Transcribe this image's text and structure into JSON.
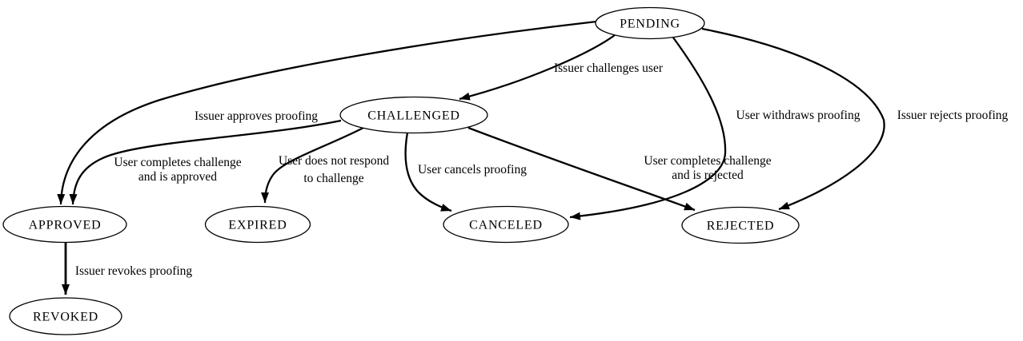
{
  "diagram": {
    "type": "state-machine",
    "background_color": "#ffffff",
    "line_color": "#000000",
    "text_color": "#000000",
    "nodes": [
      {
        "id": "pending",
        "label": "PENDING"
      },
      {
        "id": "challenged",
        "label": "CHALLENGED"
      },
      {
        "id": "approved",
        "label": "APPROVED"
      },
      {
        "id": "expired",
        "label": "EXPIRED"
      },
      {
        "id": "canceled",
        "label": "CANCELED"
      },
      {
        "id": "rejected",
        "label": "REJECTED"
      },
      {
        "id": "revoked",
        "label": "REVOKED"
      }
    ],
    "edges": [
      {
        "from": "PENDING",
        "to": "CHALLENGED",
        "label": "Issuer challenges user",
        "lines": [
          "Issuer challenges user"
        ]
      },
      {
        "from": "PENDING",
        "to": "APPROVED",
        "label": "Issuer approves proofing",
        "lines": [
          "Issuer approves proofing"
        ]
      },
      {
        "from": "PENDING",
        "to": "CANCELED",
        "label": "User withdraws proofing",
        "lines": [
          "User withdraws proofing"
        ]
      },
      {
        "from": "PENDING",
        "to": "REJECTED",
        "label": "Issuer rejects proofing",
        "lines": [
          "Issuer rejects proofing"
        ]
      },
      {
        "from": "CHALLENGED",
        "to": "APPROVED",
        "label": "User completes challenge and is approved",
        "lines": [
          "User completes challenge",
          "and is approved"
        ]
      },
      {
        "from": "CHALLENGED",
        "to": "EXPIRED",
        "label": "User does not respond to challenge",
        "lines": [
          "User does not respond",
          "to challenge"
        ]
      },
      {
        "from": "CHALLENGED",
        "to": "CANCELED",
        "label": "User cancels proofing",
        "lines": [
          "User cancels proofing"
        ]
      },
      {
        "from": "CHALLENGED",
        "to": "REJECTED",
        "label": "User completes challenge and is rejected",
        "lines": [
          "User completes challenge",
          "and is rejected"
        ]
      },
      {
        "from": "APPROVED",
        "to": "REVOKED",
        "label": "Issuer revokes proofing",
        "lines": [
          "Issuer revokes proofing"
        ]
      }
    ]
  }
}
